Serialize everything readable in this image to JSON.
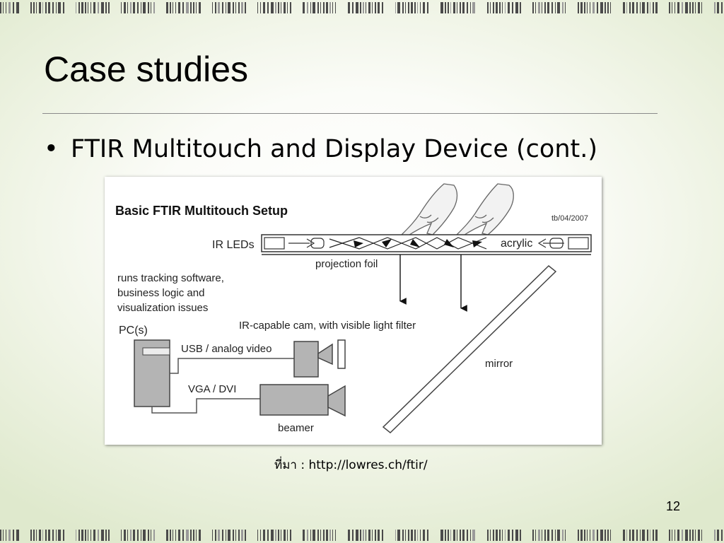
{
  "slide": {
    "title": "Case studies",
    "bullet": "FTIR Multitouch and Display Device (cont.)",
    "caption": "ที่มา : http://lowres.ch/ftir/",
    "page_number": "12"
  },
  "diagram": {
    "title": "Basic FTIR Multitouch Setup",
    "credit": "tb/04/2007",
    "labels": {
      "ir_leds": "IR LEDs",
      "acrylic": "acrylic",
      "projection_foil": "projection foil",
      "pc_desc_1": "runs tracking software,",
      "pc_desc_2": "business logic and",
      "pc_desc_3": "visualization issues",
      "pc": "PC(s)",
      "camera": "IR-capable cam, with visible light filter",
      "usb": "USB / analog video",
      "vga": "VGA / DVI",
      "beamer": "beamer",
      "mirror": "mirror"
    }
  },
  "colors": {
    "background_center": "#ffffff",
    "background_edge": "#dfe9cd",
    "device_gray": "#b4b4b4",
    "line_gray": "#555555"
  }
}
